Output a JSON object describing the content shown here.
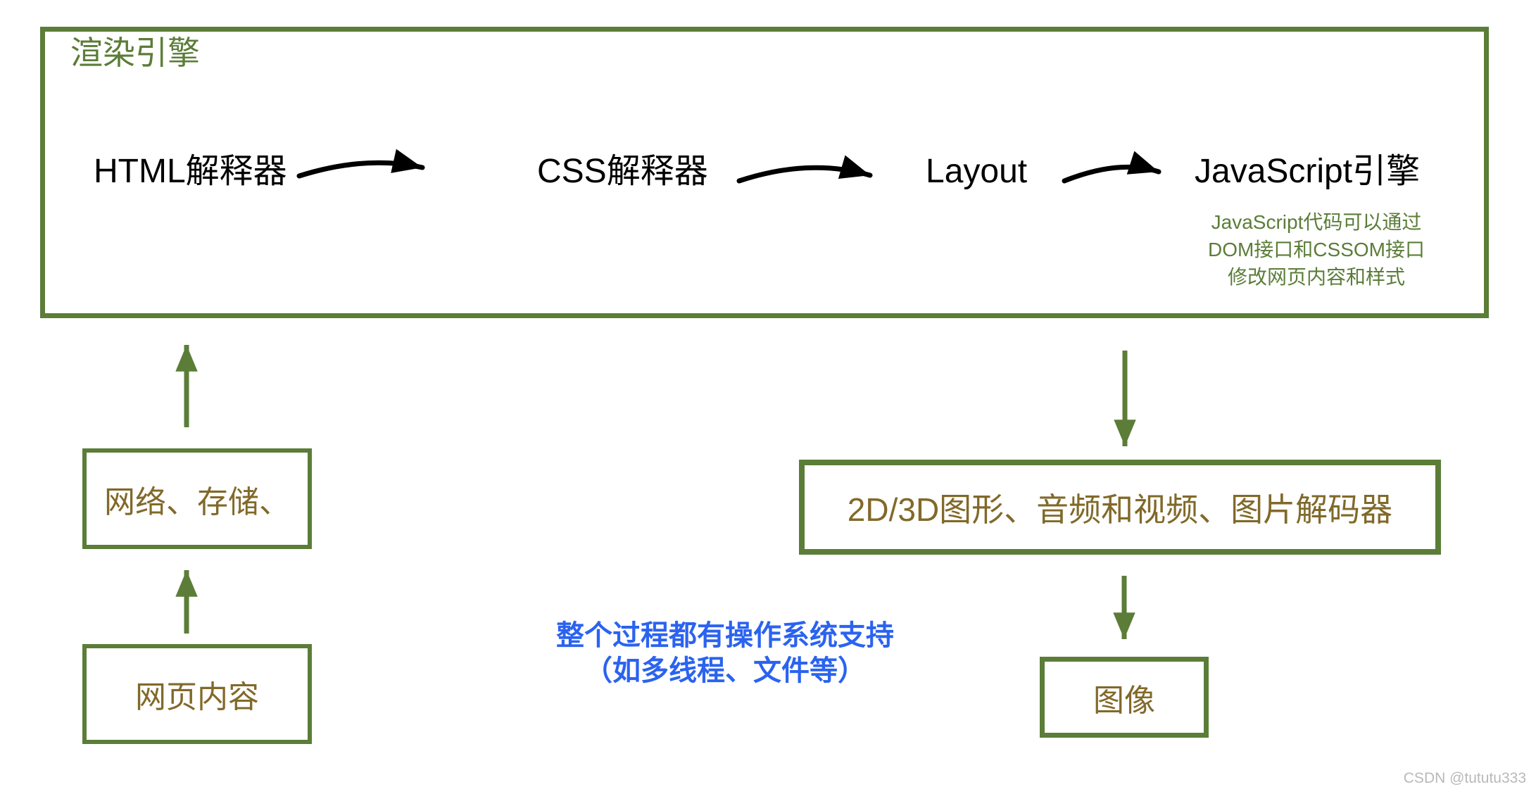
{
  "diagram": {
    "engine_box": {
      "title": "渲染引擎",
      "pipeline": [
        {
          "label": "HTML解释器"
        },
        {
          "label": "CSS解释器"
        },
        {
          "label": "Layout"
        },
        {
          "label": "JavaScript引擎"
        }
      ],
      "js_note_lines": [
        "JavaScript代码可以通过",
        "DOM接口和CSSOM接口",
        "修改网页内容和样式"
      ]
    },
    "left_flow": {
      "network_box_label": "网络、存储、",
      "content_box_label": "网页内容"
    },
    "right_flow": {
      "media_box_label": "2D/3D图形、音频和视频、图片解码器",
      "image_box_label": "图像"
    },
    "os_note_lines": [
      "整个过程都有操作系统支持",
      "（如多线程、文件等）"
    ],
    "watermark": "CSDN @tututu333",
    "colors": {
      "box_green": "#5b7d38",
      "text_brown": "#816929",
      "note_blue": "#2b63f0",
      "stage_black": "#000000",
      "watermark_gray": "#b9b9b9"
    }
  }
}
